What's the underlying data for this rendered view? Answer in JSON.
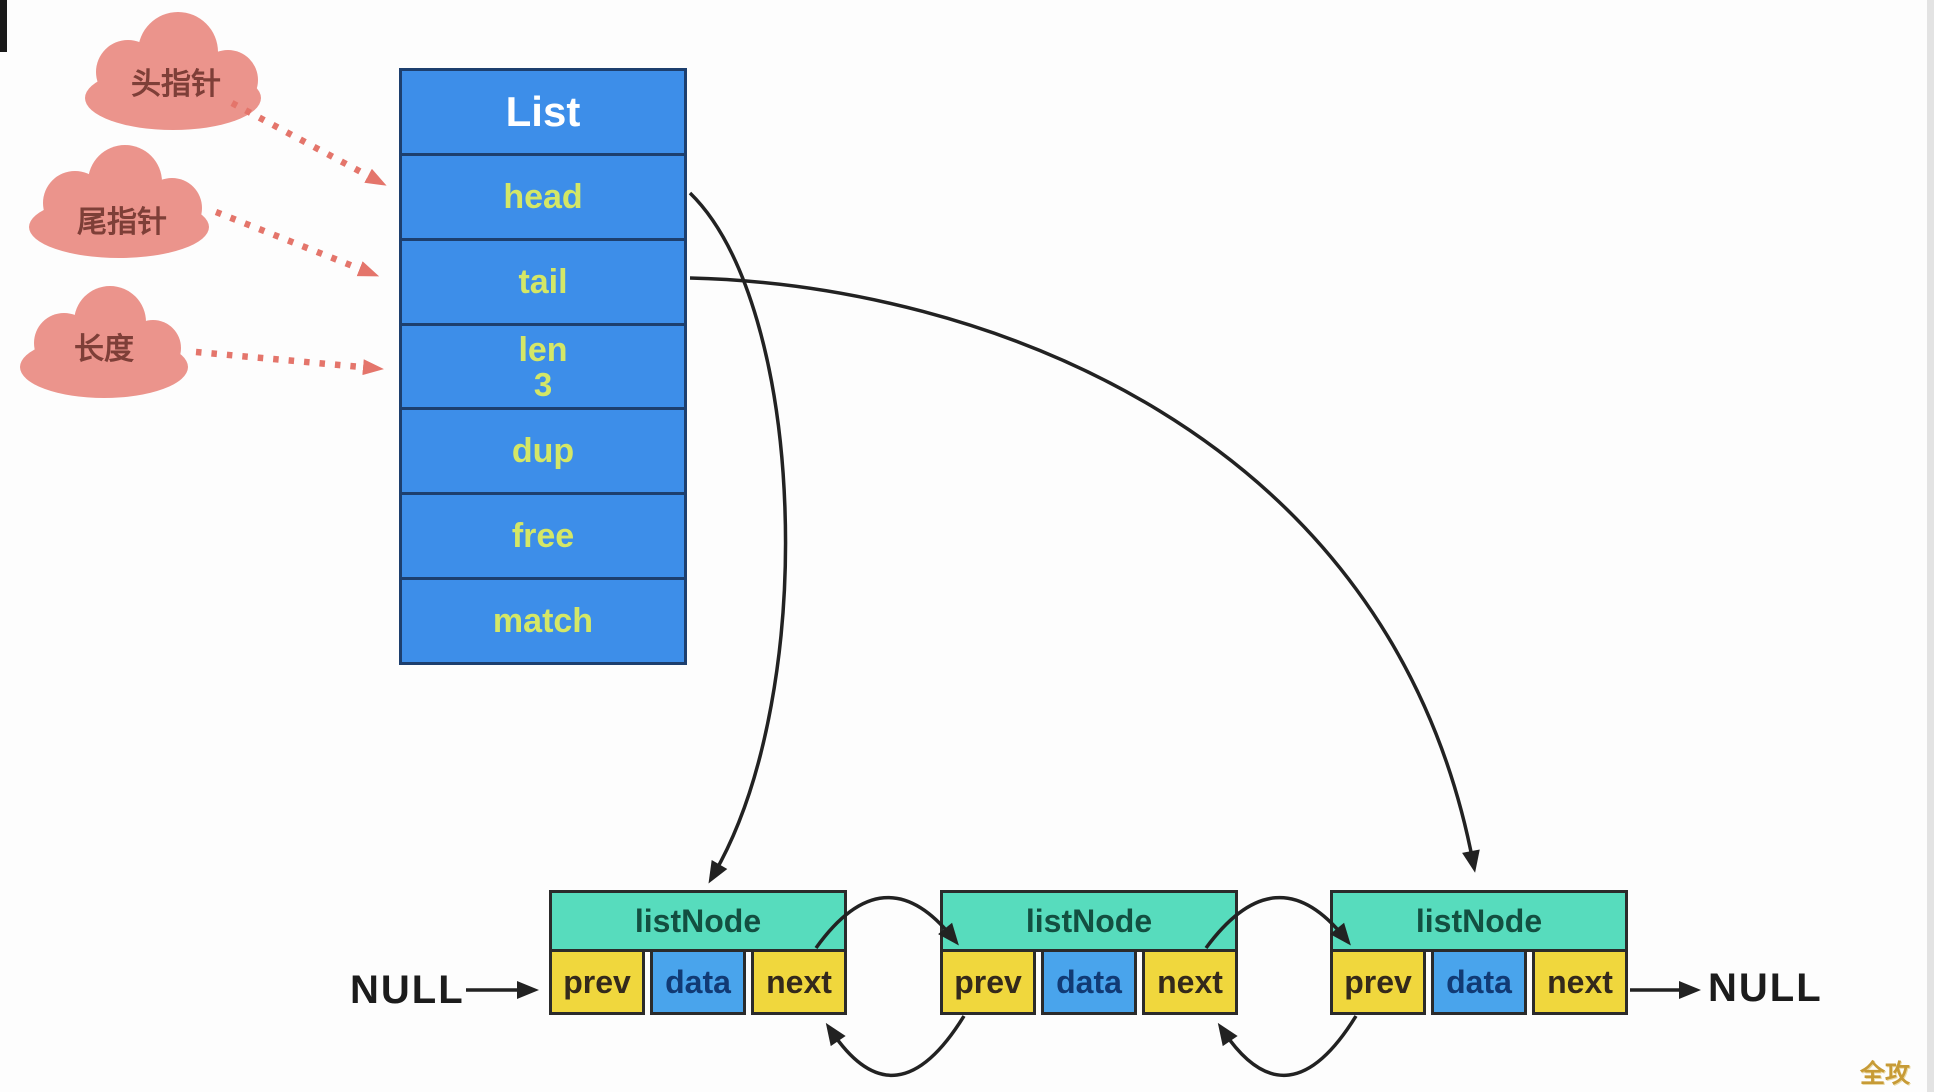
{
  "clouds": [
    {
      "label": "头指针"
    },
    {
      "label": "尾指针"
    },
    {
      "label": "长度"
    }
  ],
  "list": {
    "title": "List",
    "rows": [
      {
        "label": "head"
      },
      {
        "label": "tail"
      },
      {
        "label": "len",
        "value": "3"
      },
      {
        "label": "dup"
      },
      {
        "label": "free"
      },
      {
        "label": "match"
      }
    ]
  },
  "nodes": [
    {
      "title": "listNode",
      "cells": {
        "prev": "prev",
        "data": "data",
        "next": "next"
      }
    },
    {
      "title": "listNode",
      "cells": {
        "prev": "prev",
        "data": "data",
        "next": "next"
      }
    },
    {
      "title": "listNode",
      "cells": {
        "prev": "prev",
        "data": "data",
        "next": "next"
      }
    }
  ],
  "terminals": {
    "left": "NULL",
    "right": "NULL"
  },
  "watermark": "全攻略",
  "colors": {
    "list_box_blue": "#3d8ee9",
    "list_field_green": "#d4e766",
    "list_title_white": "#ffffff",
    "node_header_teal": "#57dcbd",
    "node_cell_yellow": "#f0d73d",
    "node_cell_blue": "#49a4ec",
    "cloud_pink": "#eb948c",
    "dotted_arrow_red": "#e4756b",
    "arrow_black": "#222222",
    "watermark_gold": "#c79b36"
  }
}
